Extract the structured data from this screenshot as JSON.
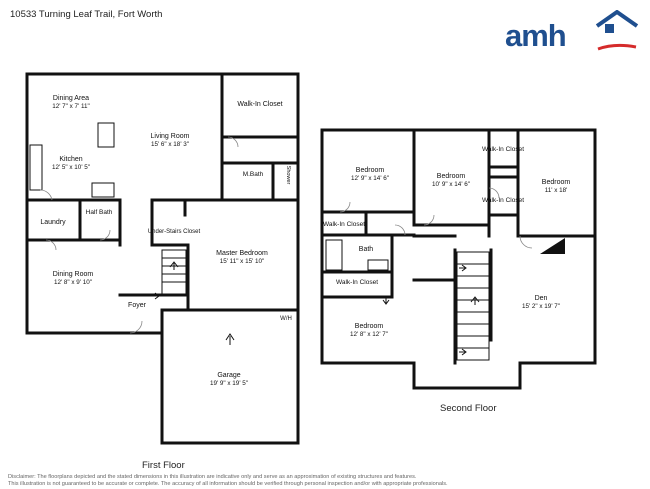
{
  "header": {
    "address": "10533 Turning Leaf Trail, Fort Worth",
    "logo_text": "amh"
  },
  "first_floor": {
    "label": "First Floor",
    "rooms": {
      "dining_area": {
        "name": "Dining Area",
        "dims": "12' 7\" x 7' 11\""
      },
      "living_room": {
        "name": "Living Room",
        "dims": "15' 6\" x 18' 3\""
      },
      "walk_in_closet": {
        "name": "Walk-In Closet"
      },
      "kitchen": {
        "name": "Kitchen",
        "dims": "12' 5\" x 10' 5\""
      },
      "m_bath": {
        "name": "M.Bath"
      },
      "shower": {
        "name": "Shower"
      },
      "laundry": {
        "name": "Laundry"
      },
      "half_bath": {
        "name": "Half Bath"
      },
      "under_stairs_closet": {
        "name": "Under-Stairs Closet"
      },
      "master_bedroom": {
        "name": "Master Bedroom",
        "dims": "15' 11\" x 15' 10\""
      },
      "dining_room": {
        "name": "Dining Room",
        "dims": "12' 8\" x 9' 10\""
      },
      "foyer": {
        "name": "Foyer"
      },
      "wh": {
        "name": "W/H"
      },
      "garage": {
        "name": "Garage",
        "dims": "19' 9\" x 19' 5\""
      }
    }
  },
  "second_floor": {
    "label": "Second Floor",
    "rooms": {
      "bedroom_1": {
        "name": "Bedroom",
        "dims": "12' 9\" x 14' 6\""
      },
      "bedroom_2": {
        "name": "Bedroom",
        "dims": "10' 9\" x 14' 6\""
      },
      "walk_in_closet_a": {
        "name": "Walk-In Closet"
      },
      "walk_in_closet_b": {
        "name": "Walk-In Closet"
      },
      "bedroom_3": {
        "name": "Bedroom",
        "dims": "11' x 18'"
      },
      "walk_in_closet_c": {
        "name": "Walk-In Closet"
      },
      "bath": {
        "name": "Bath"
      },
      "walk_in_closet_d": {
        "name": "Walk-In Closet"
      },
      "den": {
        "name": "Den",
        "dims": "15' 2\" x 19' 7\""
      },
      "bedroom_4": {
        "name": "Bedroom",
        "dims": "12' 8\" x 12' 7\""
      }
    }
  },
  "footer": {
    "disclaimer_1": "Disclaimer: The floorplans depicted and the stated dimensions in this illustration are indicative only and serve as an approximation of existing structures and features.",
    "disclaimer_2": "This illustration is not guaranteed to be accurate or complete. The accuracy of all information should be verified through personal inspection and/or with appropriate professionals."
  },
  "colors": {
    "wall": "#111111",
    "logo_blue": "#1f4f8f",
    "logo_red": "#d52b2b"
  }
}
